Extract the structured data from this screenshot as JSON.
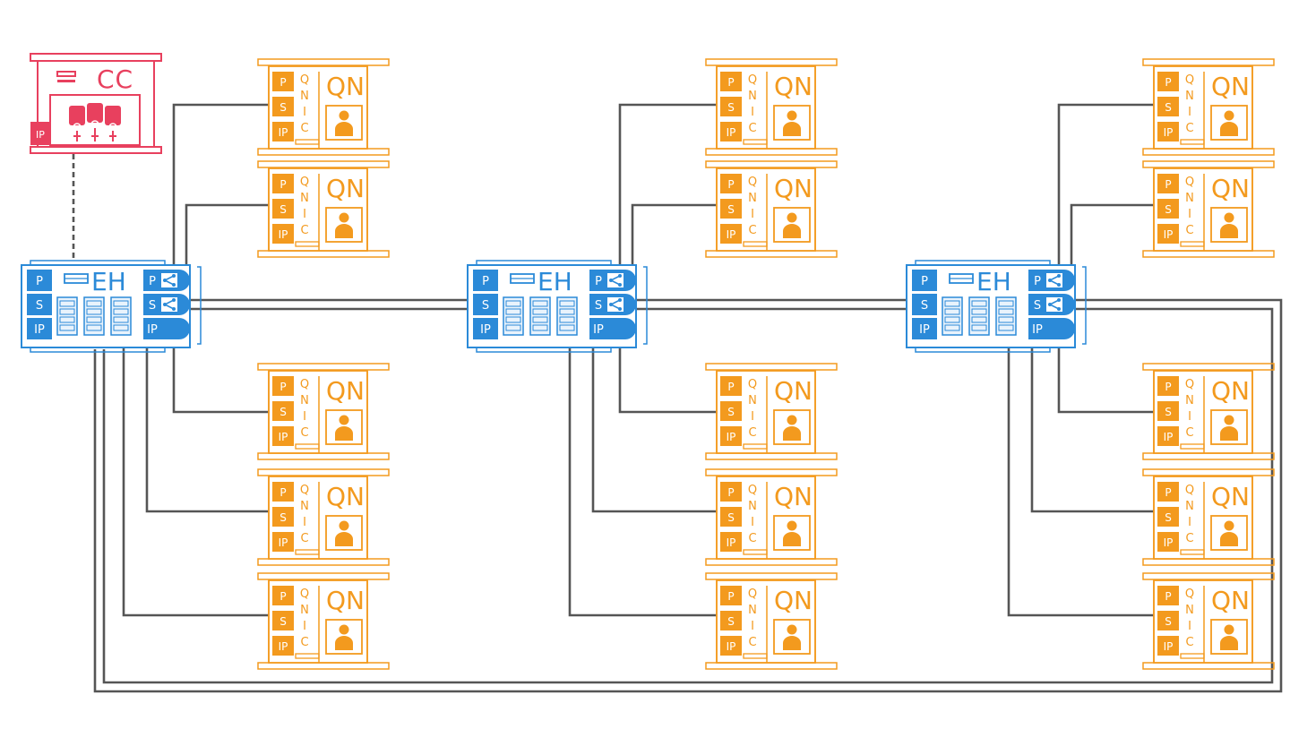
{
  "colors": {
    "control": "#e8405e",
    "hub": "#2b8ad8",
    "hub_light": "#e9f3fc",
    "node": "#f39a1e",
    "link": "#555555"
  },
  "control_center": {
    "label": "CC",
    "port": "IP",
    "icon": "people-icon"
  },
  "hub_labels": {
    "name": "EH",
    "left_ports": [
      "P",
      "S",
      "IP"
    ],
    "right_ports": [
      "P",
      "S",
      "IP"
    ],
    "switch_icon": "share-icon",
    "server_icon": "server-rack-icon"
  },
  "node_labels": {
    "name": "QN",
    "ports": [
      "P",
      "S",
      "IP"
    ],
    "qnic": [
      "Q",
      "N",
      "I",
      "C"
    ],
    "person_icon": "user-icon"
  },
  "topology": {
    "hubs": 3,
    "nodes_per_hub": 5
  }
}
